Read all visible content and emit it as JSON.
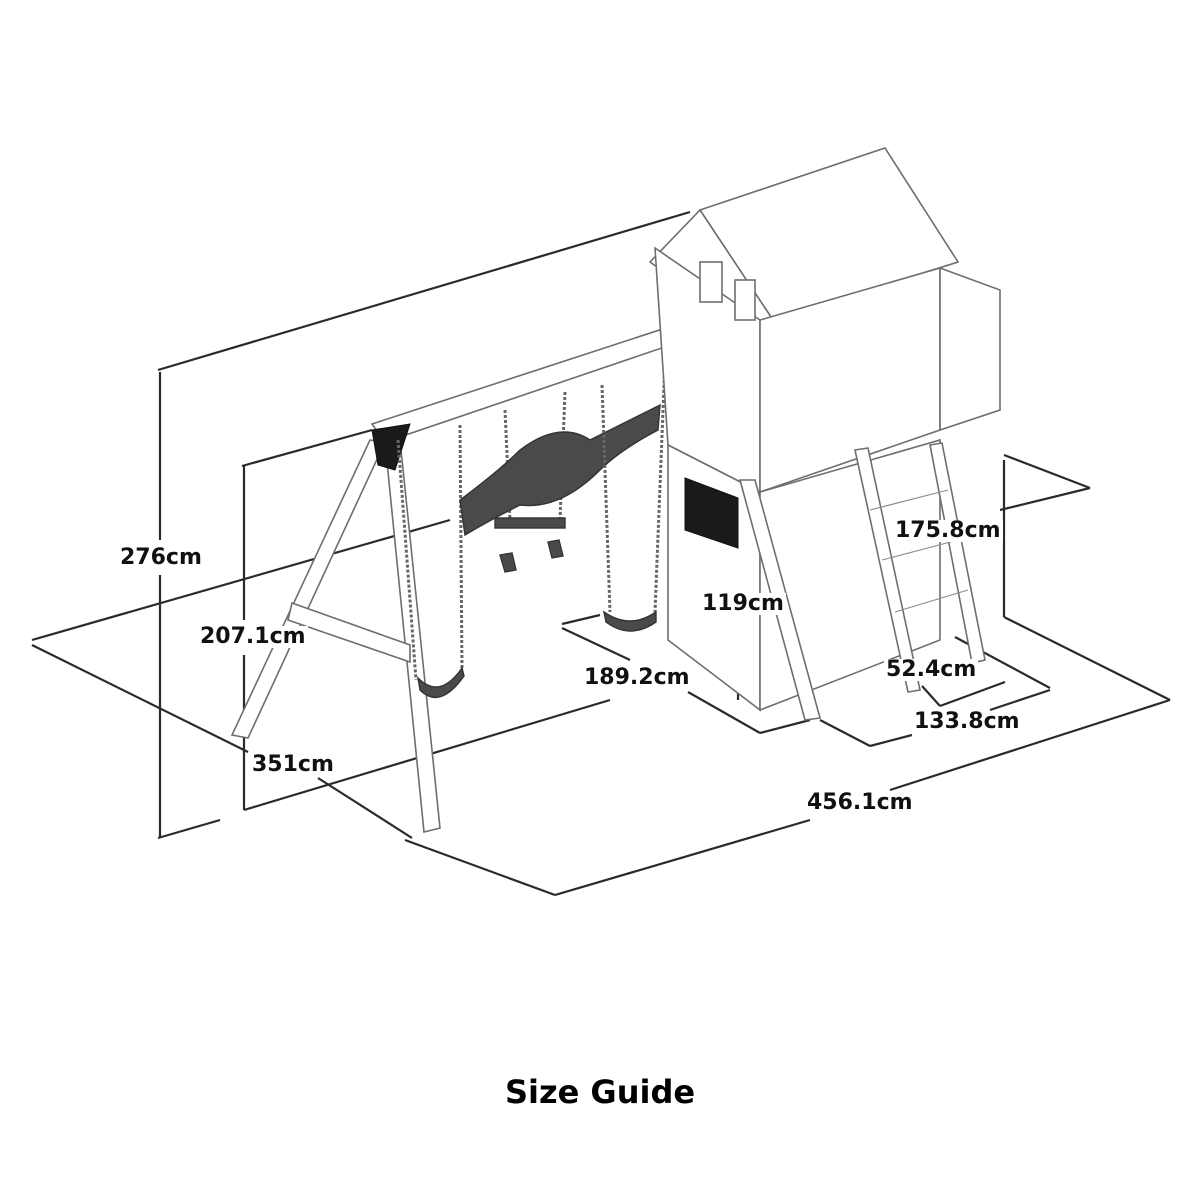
{
  "title": "Size Guide",
  "dimensions": {
    "overall_height": "276cm",
    "swing_beam_height": "207.1cm",
    "swing_frame_depth": "351cm",
    "overall_width": "456.1cm",
    "deck_height": "119cm",
    "tower_base_depth": "189.2cm",
    "tower_depth": "175.8cm",
    "ladder_width": "52.4cm",
    "tower_width": "133.8cm"
  },
  "colors": {
    "line": "#2a2a2a",
    "object": "#6e6e6e",
    "text": "#111111"
  }
}
